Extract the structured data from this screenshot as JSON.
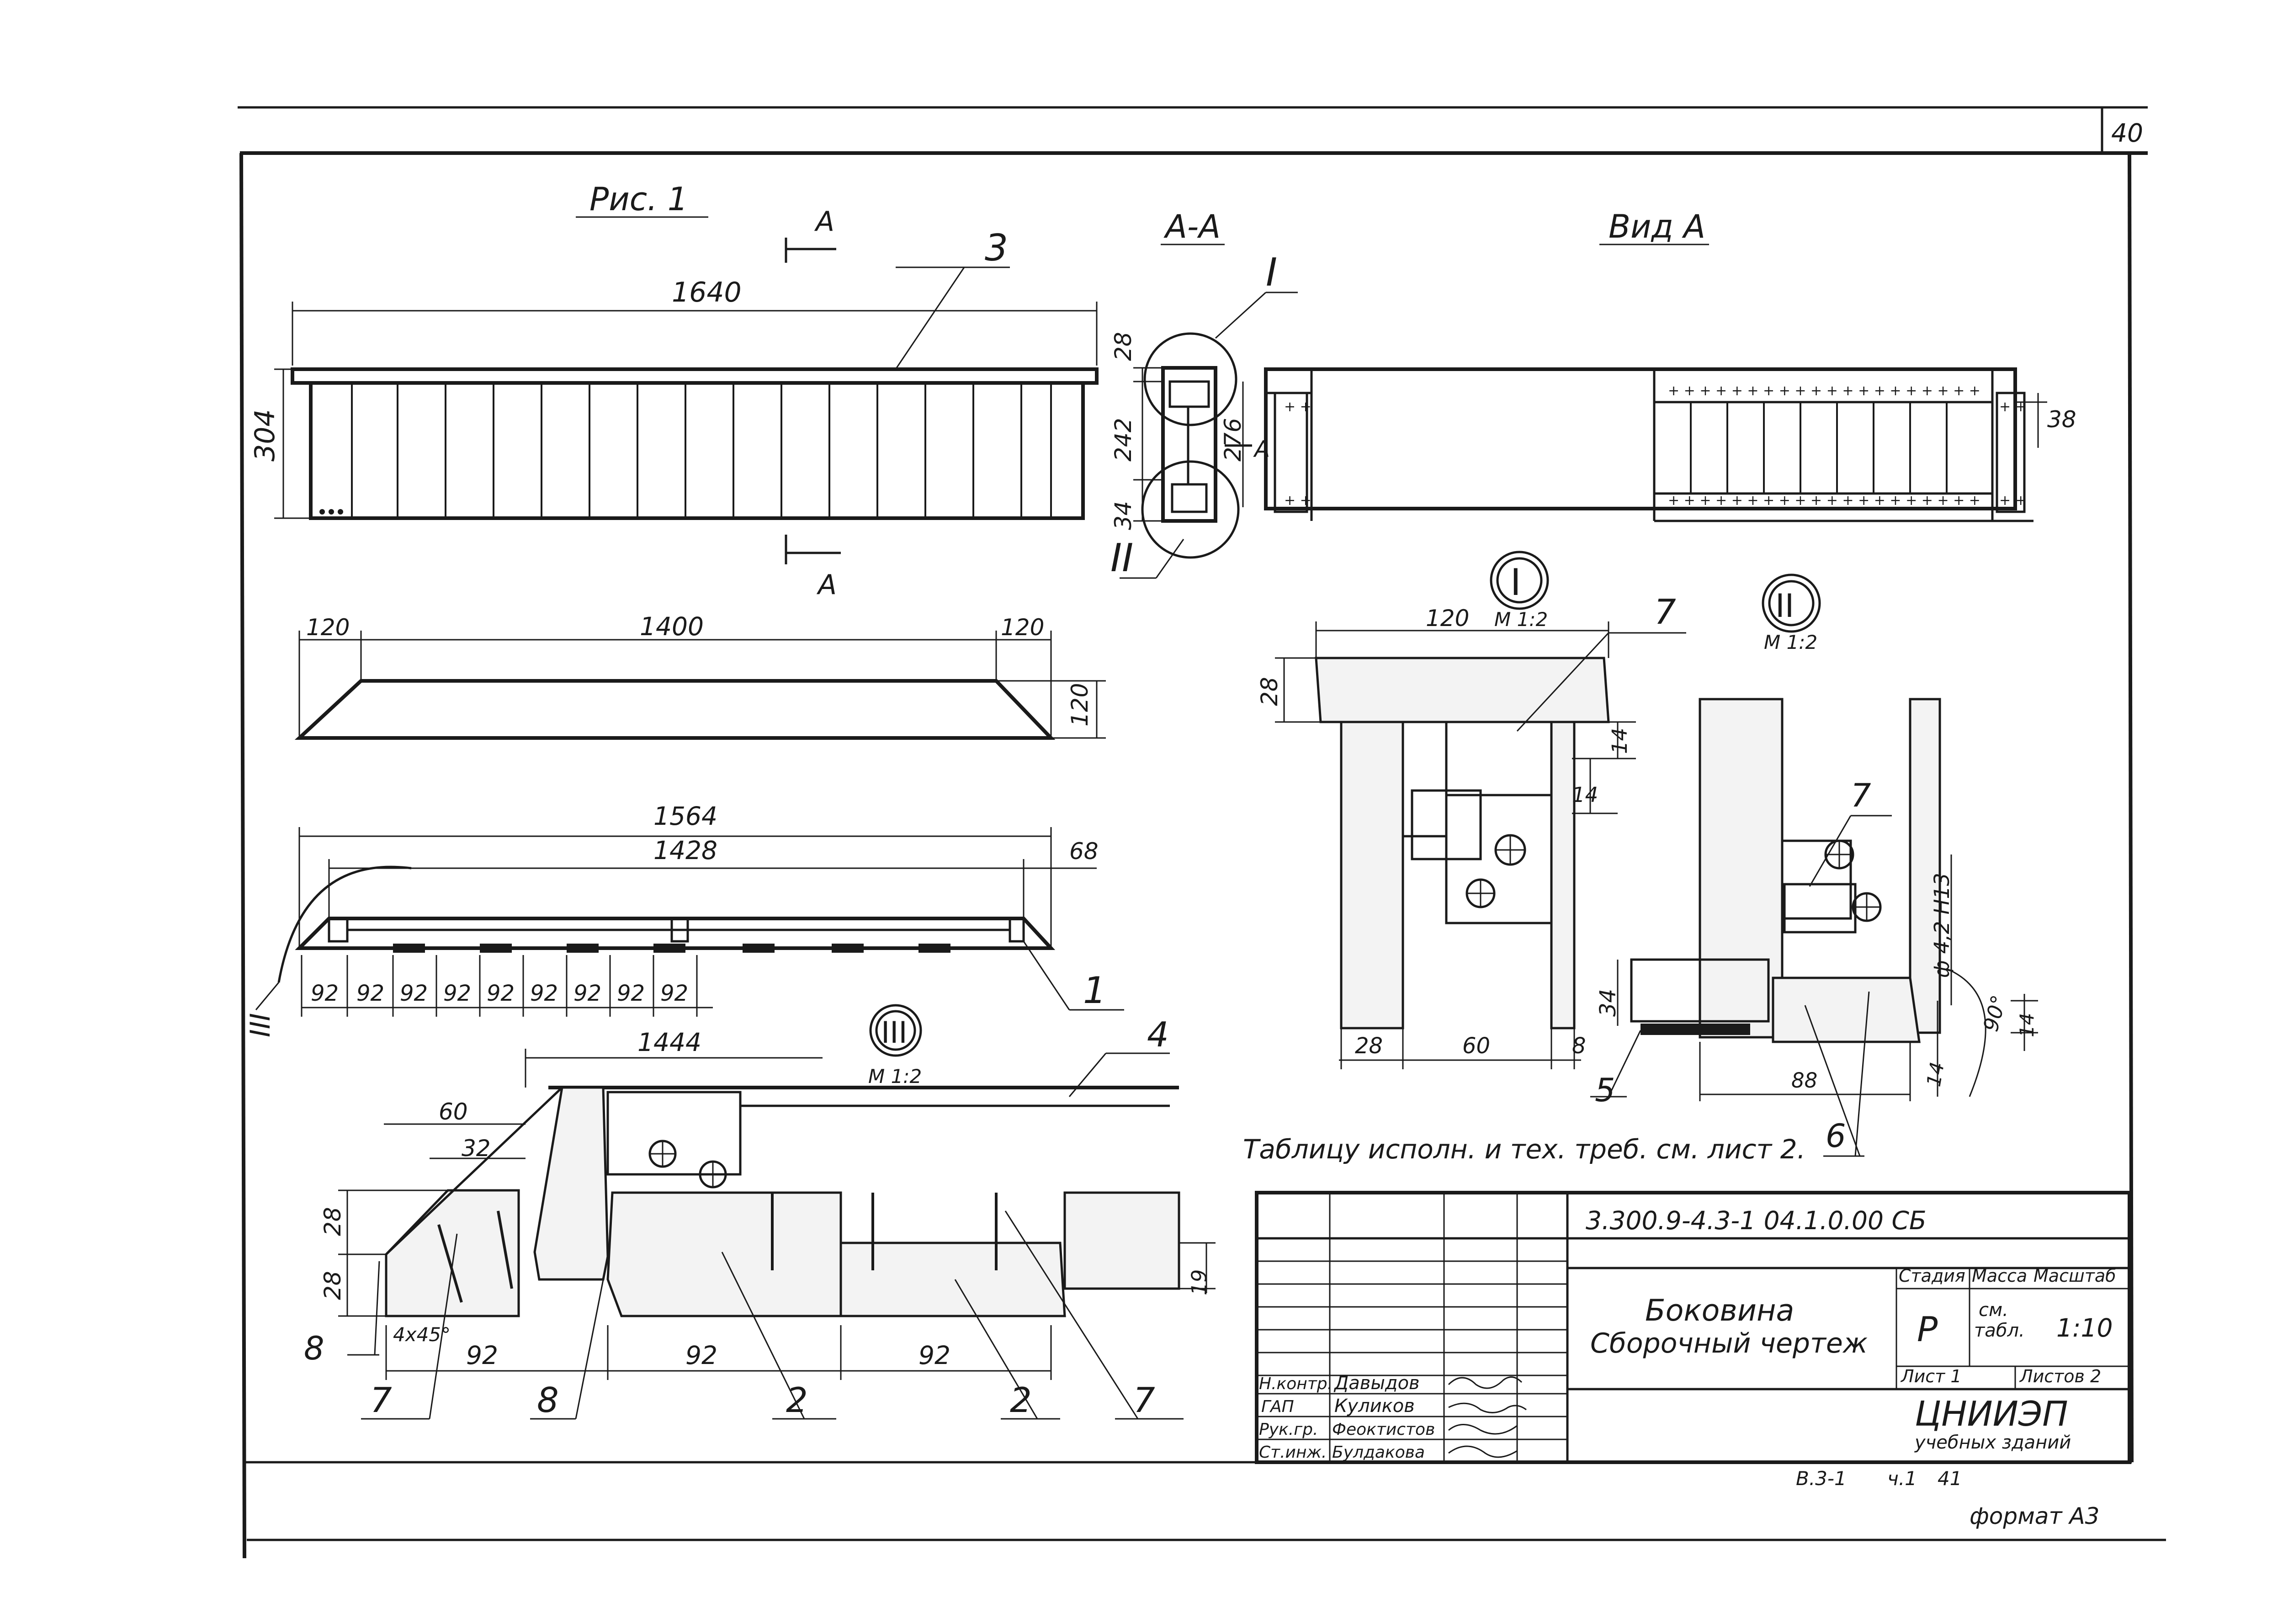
{
  "sheet": {
    "page_number": "40",
    "fig_label": "Рис. 1",
    "section_label": "А-А",
    "view_label": "Вид А",
    "arrow_letter": "А",
    "note": "Таблицу исполн. и тех. треб. см. лист 2.",
    "format": "формат А3",
    "bottom_ref": [
      "В.3-1",
      "ч.1",
      "41"
    ]
  },
  "callouts": {
    "detail_I": "I",
    "detail_II": "II",
    "detail_III": "III",
    "scale": "М 1:2"
  },
  "dimensions": {
    "main_length": "1640",
    "main_height": "304",
    "sec_top": "28",
    "sec_mid": "242",
    "sec_bot": "34",
    "sec_inner": "276",
    "view_right": "38",
    "plate_left": "120",
    "plate_mid": "1400",
    "plate_right": "120",
    "plate_h": "120",
    "bot_total": "1564",
    "bot_inner": "1428",
    "bot_end": "68",
    "slat_pitch": [
      "92",
      "92",
      "92",
      "92",
      "92",
      "92",
      "92",
      "92",
      "92"
    ],
    "d1_width": "120",
    "d1_h": "28",
    "d1_a": "14",
    "d1_b": "14",
    "d1_bot_left": "28",
    "d1_bot_mid": "60",
    "d1_bot_right": "8",
    "d2_h": "34",
    "d2_bolt": "ф 4,2 Н13",
    "d2_angle": "90°",
    "d2_w": "88",
    "d2_14a": "14",
    "d2_14b": "14",
    "d3_len": "1444",
    "d3_60": "60",
    "d3_32": "32",
    "d3_28a": "28",
    "d3_28b": "28",
    "d3_chamfer": "4х45°",
    "d3_19": "19",
    "d3_92a": "92",
    "d3_92b": "92",
    "d3_92c": "92"
  },
  "leaders": {
    "p1": "1",
    "p2a": "2",
    "p2b": "2",
    "p3": "3",
    "p4": "4",
    "p5": "5",
    "p6": "6",
    "p7a": "7",
    "p7b": "7",
    "p7c": "7",
    "p7d": "7",
    "p8a": "8",
    "p8b": "8"
  },
  "title_block": {
    "code": "3.300.9-4.3-1 04.1.0.00 СБ",
    "name_line1": "Боковина",
    "name_line2": "Сборочный чертеж",
    "stage_hdr": "Стадия",
    "mass_hdr": "Масса",
    "scale_hdr": "Масштаб",
    "stage": "Р",
    "mass_l1": "см.",
    "mass_l2": "табл.",
    "scale": "1:10",
    "sheet": "Лист 1",
    "sheets": "Листов 2",
    "org": "ЦНИИЭП",
    "org_sub": "учебных зданий",
    "roles": [
      {
        "role": "Н.контр.",
        "name": "Давыдов"
      },
      {
        "role": "ГАП",
        "name": "Куликов"
      },
      {
        "role": "Рук.гр.",
        "name": "Феоктистов"
      },
      {
        "role": "Ст.инж.",
        "name": "Булдакова"
      }
    ]
  }
}
